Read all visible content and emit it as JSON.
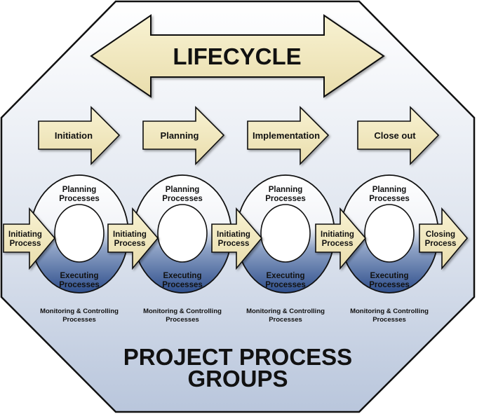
{
  "lifecycle": {
    "label": "LIFECYCLE"
  },
  "phases": [
    {
      "label": "Initiation"
    },
    {
      "label": "Planning"
    },
    {
      "label": "Implementation"
    },
    {
      "label": "Close out"
    }
  ],
  "cycles": [
    {
      "top_line1": "Planning",
      "top_line2": "Processes",
      "bottom_line1": "Executing",
      "bottom_line2": "Processes",
      "monitor_line1": "Monitoring & Controlling",
      "monitor_line2": "Processes",
      "entry_line1": "Initiating",
      "entry_line2": "Process"
    },
    {
      "top_line1": "Planning",
      "top_line2": "Processes",
      "bottom_line1": "Executing",
      "bottom_line2": "Processes",
      "monitor_line1": "Monitoring & Controlling",
      "monitor_line2": "Processes",
      "entry_line1": "Initiating",
      "entry_line2": "Process"
    },
    {
      "top_line1": "Planning",
      "top_line2": "Processes",
      "bottom_line1": "Executing",
      "bottom_line2": "Processes",
      "monitor_line1": "Monitoring & Controlling",
      "monitor_line2": "Processes",
      "entry_line1": "Initiating",
      "entry_line2": "Process"
    },
    {
      "top_line1": "Planning",
      "top_line2": "Processes",
      "bottom_line1": "Executing",
      "bottom_line2": "Processes",
      "monitor_line1": "Monitoring & Controlling",
      "monitor_line2": "Processes",
      "entry_line1": "Initiating",
      "entry_line2": "Process"
    }
  ],
  "closing": {
    "line1": "Closing",
    "line2": "Process"
  },
  "footer": {
    "line1": "PROJECT PROCESS",
    "line2": "GROUPS"
  },
  "colors": {
    "arrow_fill": "#f3ebbf",
    "arrow_stroke": "#111111",
    "octagon_top": "#ffffff",
    "octagon_bottom": "#bcc8de",
    "ring_light": "#ffffff",
    "ring_dark": "#3b5b98"
  }
}
